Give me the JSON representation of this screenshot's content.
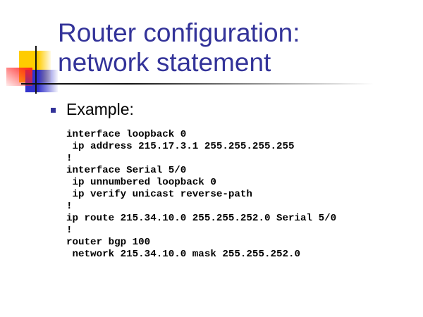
{
  "title_lines": [
    "Router configuration:",
    "network statement"
  ],
  "bullet": "Example:",
  "code_lines": [
    "interface loopback 0",
    " ip address 215.17.3.1 255.255.255.255",
    "!",
    "interface Serial 5/0",
    " ip unnumbered loopback 0",
    " ip verify unicast reverse-path",
    "!",
    "ip route 215.34.10.0 255.255.252.0 Serial 5/0",
    "!",
    "router bgp 100",
    " network 215.34.10.0 mask 255.255.252.0"
  ]
}
